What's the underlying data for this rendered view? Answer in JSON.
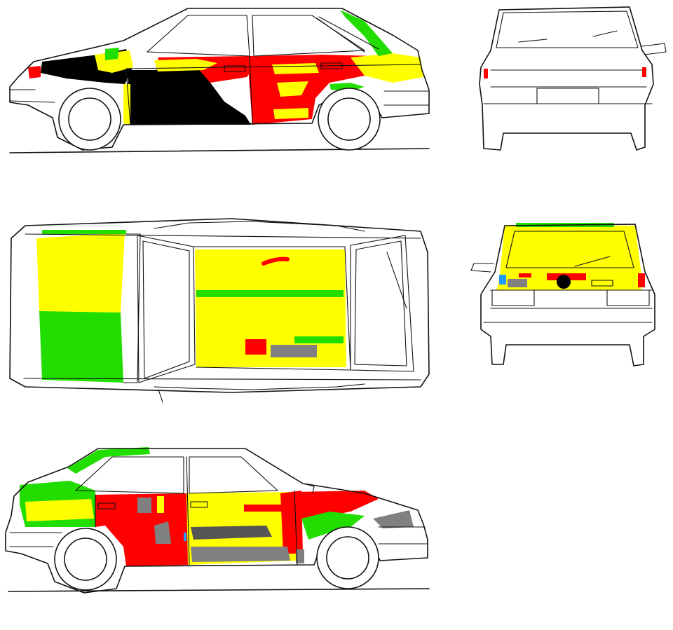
{
  "diagram": {
    "type": "car-body-paint-condition-map",
    "views": [
      {
        "id": "left-side",
        "label": ""
      },
      {
        "id": "front",
        "label": ""
      },
      {
        "id": "top",
        "label": ""
      },
      {
        "id": "rear",
        "label": ""
      },
      {
        "id": "right-side",
        "label": ""
      }
    ],
    "colors": {
      "yellow": "#ffff00",
      "red": "#ff0000",
      "green": "#22dd00",
      "black": "#000000",
      "gray": "#808080",
      "blue": "#1e9bff",
      "outline": "#111111",
      "background": "#ffffff"
    }
  }
}
